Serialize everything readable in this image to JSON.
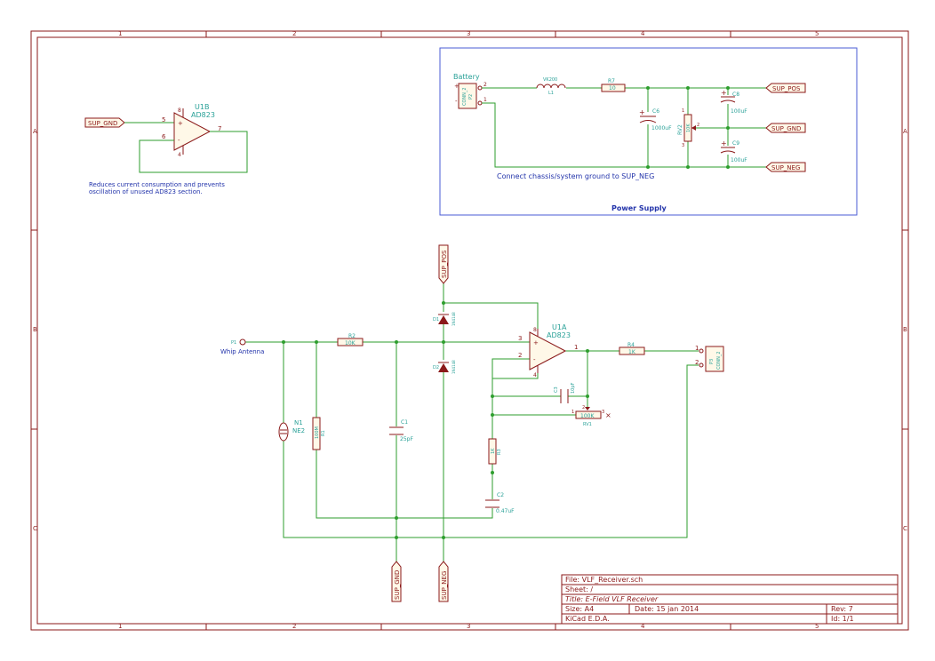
{
  "frame": {
    "col_labels": [
      "1",
      "2",
      "3",
      "4",
      "5"
    ],
    "row_labels": [
      "A",
      "B",
      "C"
    ]
  },
  "power_supply": {
    "title": "Power Supply",
    "battery_label": "Battery",
    "connect_note": "Connect chassis/system ground to SUP_NEG",
    "p2_value": "CONN_2",
    "p2_ref": "P2",
    "l1_value": "VK200",
    "l1_ref": "L1",
    "r7_ref": "R7",
    "r7_value": "10",
    "c6_ref": "C6",
    "c6_value": "1000uF",
    "rv2_ref": "RV2",
    "rv2_value": "10K",
    "c8_ref": "C8",
    "c8_value": "100uF",
    "c9_ref": "C9",
    "c9_value": "100uF",
    "pin_plus": "+",
    "pin_minus": "-",
    "pin_1": "1",
    "pin_2": "2",
    "pin_3": "3"
  },
  "u1b": {
    "ref": "U1B",
    "value": "AD823",
    "pin_5": "5",
    "pin_6": "6",
    "pin_7": "7",
    "pin_8": "8",
    "pin_4": "4",
    "note_line1": "Reduces current consumption and prevents",
    "note_line2": "oscillation of unused AD823 section."
  },
  "main": {
    "p1_ref": "P1",
    "antenna_label": "Whip Antenna",
    "r2_ref": "R2",
    "r2_value": "10K",
    "n1_ref": "N1",
    "n1_value": "NE2",
    "r1_ref": "R1",
    "r1_value": "100M",
    "c1_ref": "C1",
    "c1_value": "25pF",
    "d1_ref": "D1",
    "d1_value": "1N4148",
    "d2_ref": "D2",
    "d2_value": "1N4148",
    "u1a_ref": "U1A",
    "u1a_value": "AD823",
    "pin_3": "3",
    "pin_2": "2",
    "pin_1": "1",
    "pin_8": "8",
    "pin_4": "4",
    "c3_ref": "C3",
    "c3_value": "10pF",
    "rv1_ref": "RV1",
    "rv1_value": "100K",
    "rv1_pin1": "1",
    "rv1_pin2": "2",
    "rv1_pin3": "3",
    "r3_ref": "R3",
    "r3_value": "1K",
    "c2_ref": "C2",
    "c2_value": "0.47uF",
    "r4_ref": "R4",
    "r4_value": "1K",
    "p3_ref": "P3",
    "p3_value": "CONN_2",
    "p3_pin1": "1",
    "p3_pin2": "2"
  },
  "labels": {
    "sup_pos": "SUP_POS",
    "sup_gnd": "SUP_GND",
    "sup_neg": "SUP_NEG"
  },
  "title_block": {
    "file": "File: VLF_Receiver.sch",
    "sheet": "Sheet: /",
    "title": "Title: E-Field VLF Receiver",
    "size": "Size: A4",
    "date": "Date: 15 jan 2014",
    "rev": "Rev: 7",
    "kicad": "KiCad E.D.A.",
    "id": "Id: 1/1"
  }
}
